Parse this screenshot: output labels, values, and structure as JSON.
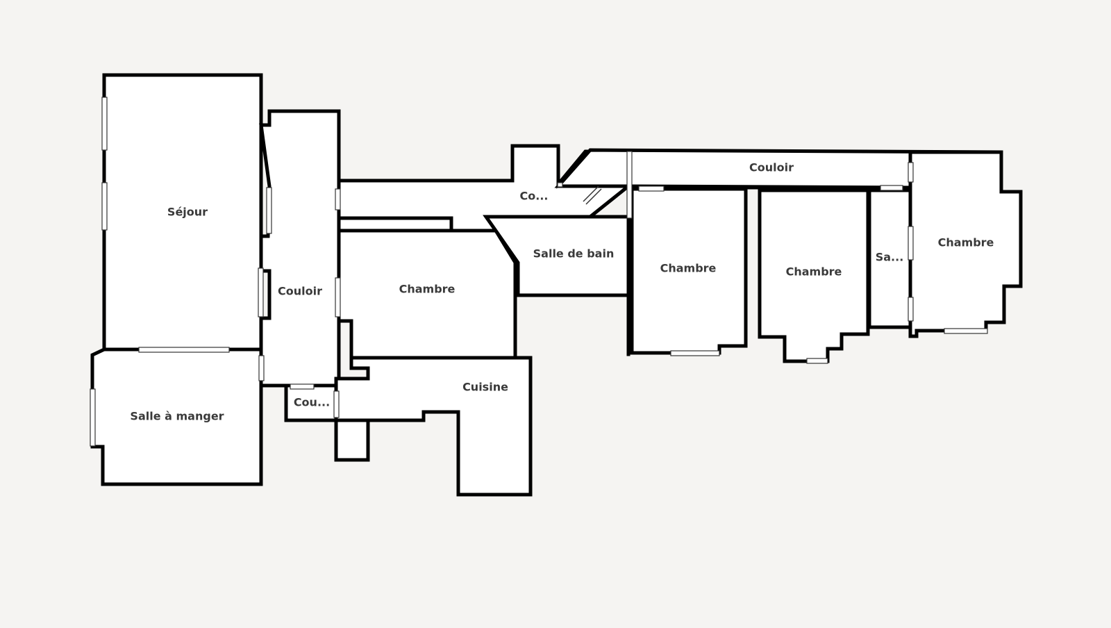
{
  "floor_plan": {
    "background": "#f5f4f2",
    "room_fill": "#ffffff",
    "wall_color": "#000000",
    "label_color": "#3a3a3a",
    "rooms": {
      "sejour": "Séjour",
      "couloir_west": "Couloir",
      "salle_a_manger": "Salle à manger",
      "couloir_small": "Cou...",
      "couloir_center": "Co...",
      "chambre_center": "Chambre",
      "cuisine": "Cuisine",
      "salle_de_bain": "Salle de bain",
      "couloir_east": "Couloir",
      "chambre_east_1": "Chambre",
      "chambre_east_2": "Chambre",
      "salle_narrow": "Sa...",
      "chambre_far_east": "Chambre"
    }
  }
}
